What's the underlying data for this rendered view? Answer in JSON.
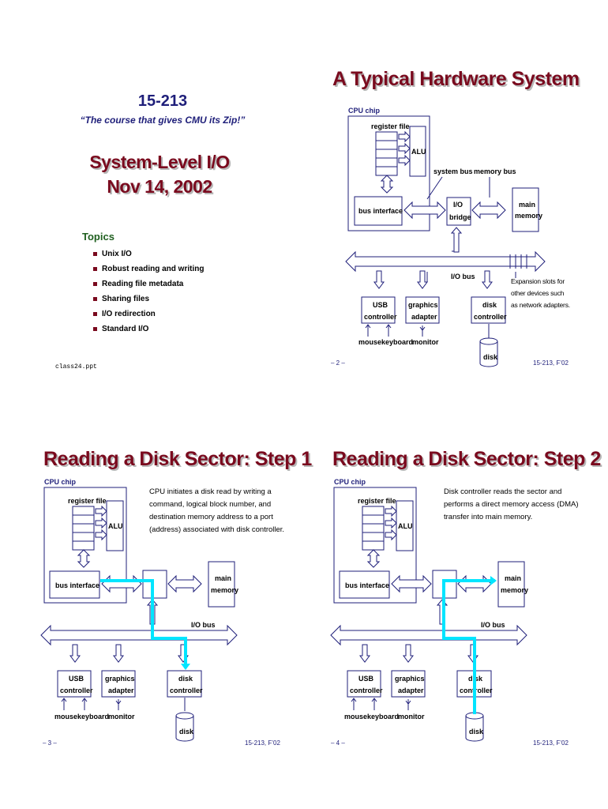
{
  "slide1": {
    "course_number": "15-213",
    "tagline": "“The course that gives CMU its Zip!”",
    "title_line1": "System-Level I/O",
    "title_line2": "Nov 14, 2002",
    "topics_heading": "Topics",
    "topics": [
      "Unix I/O",
      "Robust reading and writing",
      "Reading file metadata",
      "Sharing files",
      "I/O redirection",
      "Standard I/O"
    ],
    "filename": "class24.ppt"
  },
  "slide2": {
    "title": "A Typical Hardware System",
    "footer_left": "– 2 –",
    "footer_right": "15-213, F’02",
    "expansion_note": "Expansion slots for\nother devices such\nas network adapters."
  },
  "slide3": {
    "title": "Reading a Disk Sector: Step 1",
    "description": "CPU initiates a disk read by writing a\ncommand, logical block number, and\ndestination memory address to a port\n(address) associated with disk controller.",
    "footer_left": "– 3 –",
    "footer_right": "15-213, F’02"
  },
  "slide4": {
    "title": "Reading a Disk Sector: Step 2",
    "description": "Disk controller reads the sector and\nperforms a direct memory access (DMA)\ntransfer into main memory.",
    "footer_left": "– 4 –",
    "footer_right": "15-213, F’02"
  },
  "diagram_labels": {
    "cpu_chip": "CPU chip",
    "register_file": "register file",
    "alu": "ALU",
    "system_bus": "system bus",
    "memory_bus": "memory bus",
    "bus_interface": "bus interface",
    "io_bridge_line1": "I/O",
    "io_bridge_line2": "bridge",
    "main_memory_line1": "main",
    "main_memory_line2": "memory",
    "io_bus": "I/O bus",
    "usb_line1": "USB",
    "usb_line2": "controller",
    "graphics_line1": "graphics",
    "graphics_line2": "adapter",
    "disk_line1": "disk",
    "disk_line2": "controller",
    "mouse_keyboard": "mousekeyboard",
    "monitor": "monitor",
    "disk": "disk"
  },
  "colors": {
    "title": "#7a0a1e",
    "navy": "#1f1f7a",
    "highlight": "#00e5ff",
    "topics_heading": "#1f5f1f",
    "bullet": "#7a0a1e"
  }
}
